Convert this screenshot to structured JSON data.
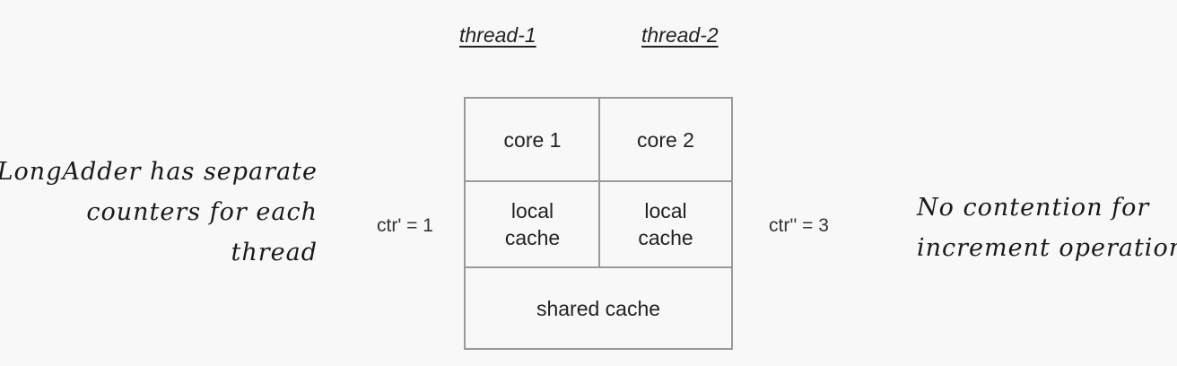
{
  "threads": {
    "thread_1": "thread-1",
    "thread_2": "thread-2"
  },
  "notes": {
    "left_lines": [
      "LongAdder has separate",
      "counters for each",
      "thread"
    ],
    "right_lines": [
      "No contention for",
      "increment operations"
    ]
  },
  "counters": {
    "left": "ctr' = 1",
    "right": "ctr'' = 3"
  },
  "grid": {
    "core_1": "core 1",
    "core_2": "core 2",
    "local_cache_1": [
      "local",
      "cache"
    ],
    "local_cache_2": [
      "local",
      "cache"
    ],
    "shared_cache": "shared cache"
  }
}
